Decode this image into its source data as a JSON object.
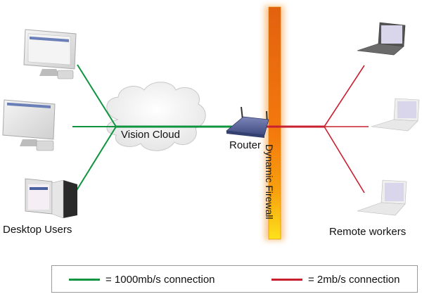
{
  "labels": {
    "desktop_users": "Desktop Users",
    "cloud": "Vision Cloud",
    "router": "Router",
    "firewall": "Dynamic Firewall",
    "remote_workers": "Remote workers"
  },
  "nodes": {
    "desktops": [
      "desktop-monitor",
      "desktop-monitor",
      "desktop-tower-pc"
    ],
    "remote": [
      "laptop-dark",
      "laptop-silver",
      "laptop-silver"
    ]
  },
  "legend": [
    {
      "color": "#0f9440",
      "text": "= 1000mb/s connection"
    },
    {
      "color": "#c8202e",
      "text": "= 2mb/s connection"
    }
  ],
  "colors": {
    "fast_link": "#0f9440",
    "slow_link": "#c8202e",
    "firewall_top": "#e86a10",
    "firewall_bottom": "#ffe31a"
  }
}
